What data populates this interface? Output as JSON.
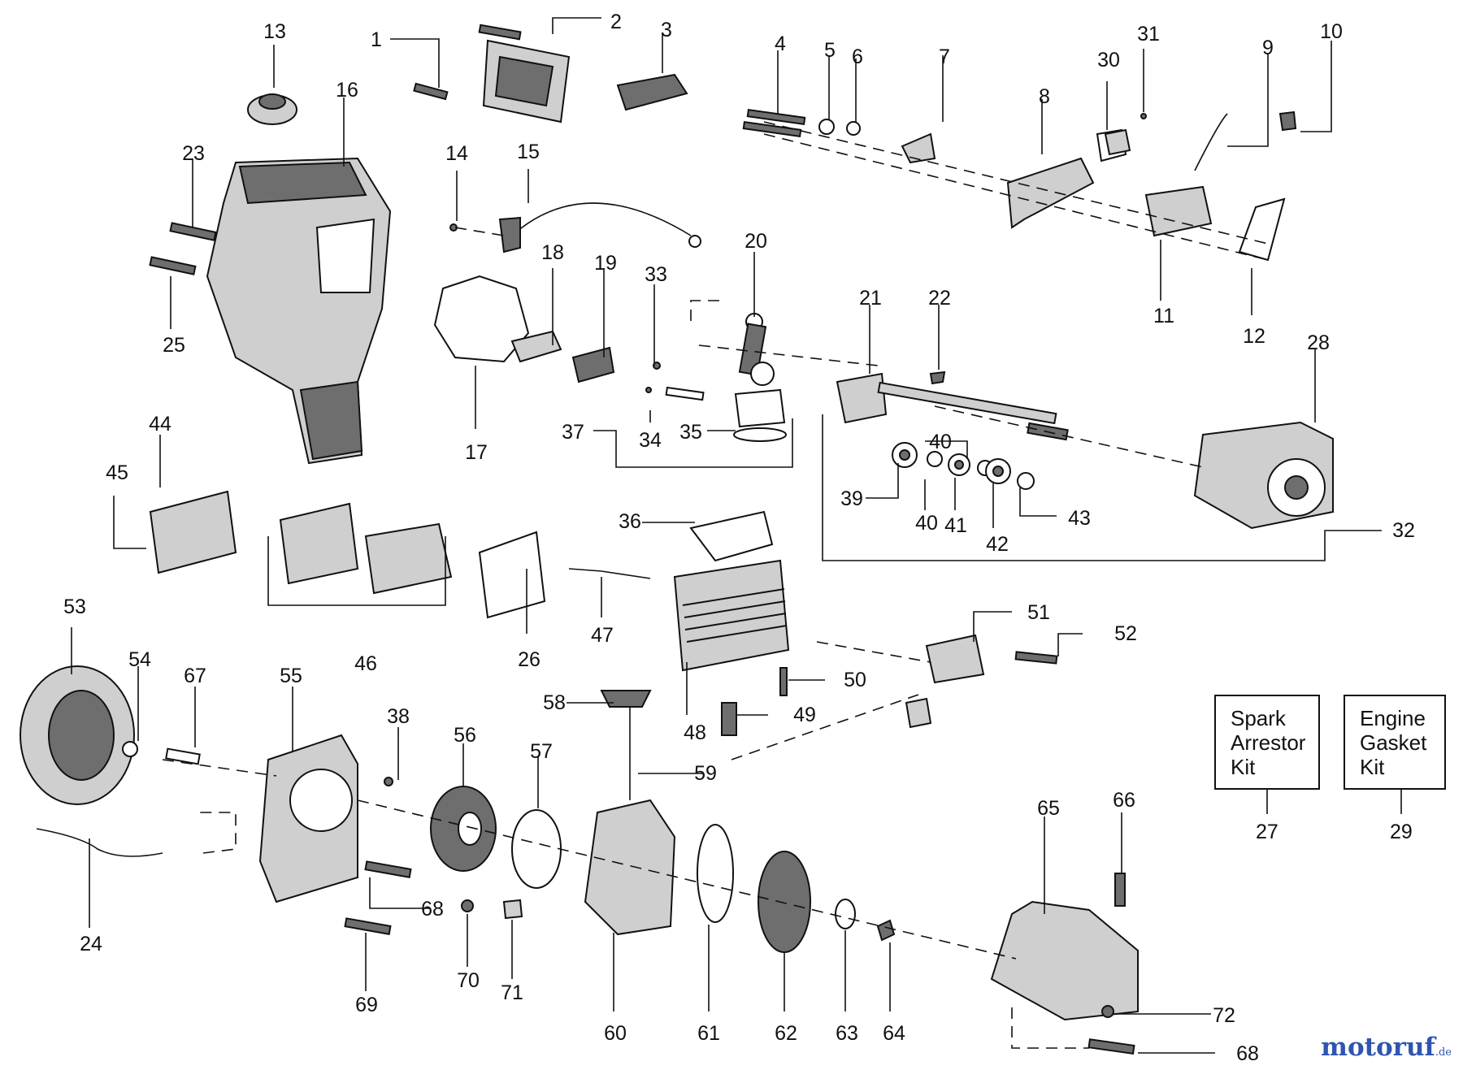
{
  "kits": {
    "spark_arrestor": {
      "line1": "Spark",
      "line2": "Arrestor",
      "line3": "Kit",
      "number": "27"
    },
    "engine_gasket": {
      "line1": "Engine",
      "line2": "Gasket",
      "line3": "Kit",
      "number": "29"
    }
  },
  "watermark": {
    "text": "motoruf",
    "suffix": ".de"
  },
  "callouts": [
    "1",
    "2",
    "3",
    "4",
    "5",
    "6",
    "7",
    "8",
    "9",
    "10",
    "11",
    "12",
    "13",
    "14",
    "15",
    "16",
    "17",
    "18",
    "19",
    "20",
    "21",
    "22",
    "23",
    "24",
    "25",
    "26",
    "28",
    "30",
    "31",
    "32",
    "33",
    "34",
    "35",
    "36",
    "37",
    "38",
    "39",
    "40",
    "40",
    "41",
    "42",
    "43",
    "44",
    "45",
    "46",
    "47",
    "48",
    "49",
    "50",
    "51",
    "52",
    "53",
    "54",
    "55",
    "56",
    "57",
    "58",
    "59",
    "60",
    "61",
    "62",
    "63",
    "64",
    "65",
    "66",
    "67",
    "68",
    "68",
    "69",
    "70",
    "71",
    "72"
  ]
}
